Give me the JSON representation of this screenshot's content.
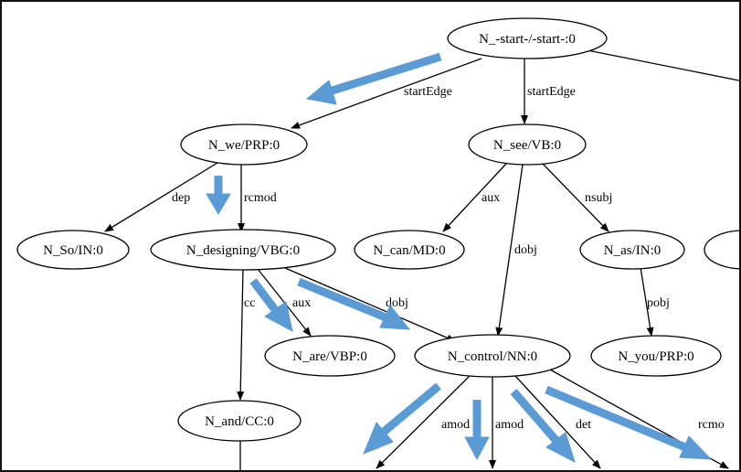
{
  "nodes": {
    "start": "N_-start-/-start-:0",
    "we": "N_we/PRP:0",
    "see": "N_see/VB:0",
    "so": "N_So/IN:0",
    "designing": "N_designing/VBG:0",
    "can": "N_can/MD:0",
    "as": "N_as/IN:0",
    "are": "N_are/VBP:0",
    "control": "N_control/NN:0",
    "you": "N_you/PRP:0",
    "and": "N_and/CC:0"
  },
  "edges": {
    "start_we": "startEdge",
    "start_see": "startEdge",
    "we_so": "dep",
    "we_designing": "rcmod",
    "see_can": "aux",
    "see_control": "dobj",
    "see_as": "nsubj",
    "as_you": "pobj",
    "designing_and": "cc",
    "designing_are": "aux",
    "designing_control": "dobj",
    "control_amod1": "amod",
    "control_amod2": "amod",
    "control_det": "det",
    "control_rcmod": "rcmo"
  },
  "colors": {
    "highlight": "#5b9bd5",
    "edge": "#000000",
    "border": "#111111"
  }
}
